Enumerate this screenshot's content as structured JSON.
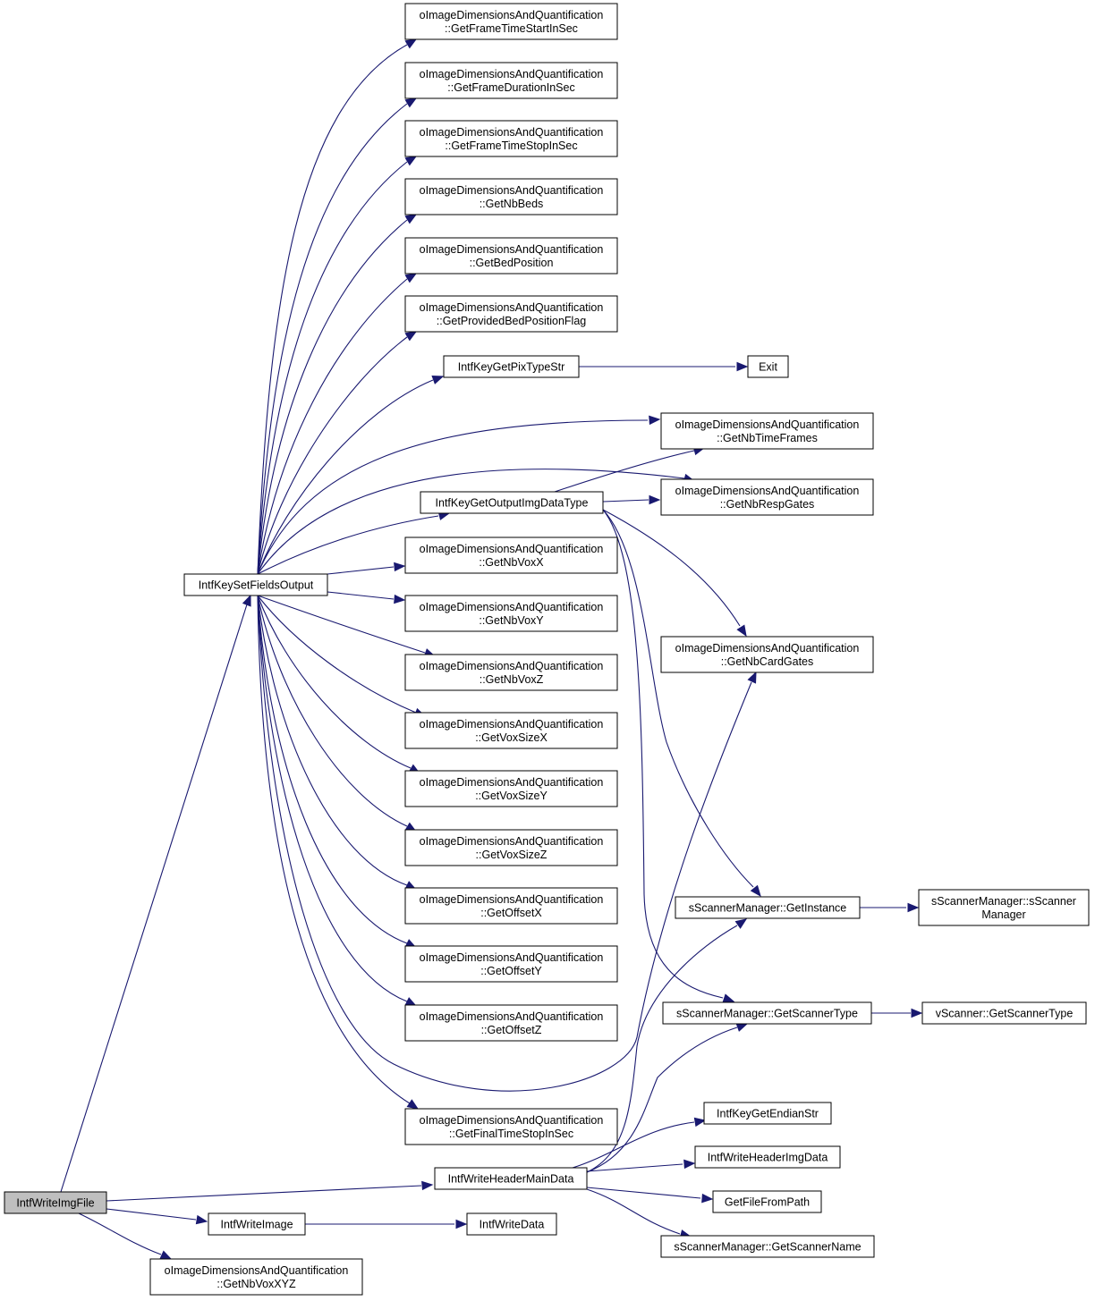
{
  "graph": {
    "nodes": [
      {
        "id": "root",
        "lines": [
          "IntfWriteImgFile"
        ],
        "root": true
      },
      {
        "id": "setfields",
        "lines": [
          "IntfKeySetFieldsOutput"
        ]
      },
      {
        "id": "frameStart",
        "lines": [
          "oImageDimensionsAndQuantification",
          "::GetFrameTimeStartInSec"
        ]
      },
      {
        "id": "frameDur",
        "lines": [
          "oImageDimensionsAndQuantification",
          "::GetFrameDurationInSec"
        ]
      },
      {
        "id": "frameStop",
        "lines": [
          "oImageDimensionsAndQuantification",
          "::GetFrameTimeStopInSec"
        ]
      },
      {
        "id": "nbBeds",
        "lines": [
          "oImageDimensionsAndQuantification",
          "::GetNbBeds"
        ]
      },
      {
        "id": "bedPos",
        "lines": [
          "oImageDimensionsAndQuantification",
          "::GetBedPosition"
        ]
      },
      {
        "id": "provBed",
        "lines": [
          "oImageDimensionsAndQuantification",
          "::GetProvidedBedPositionFlag"
        ]
      },
      {
        "id": "pixType",
        "lines": [
          "IntfKeyGetPixTypeStr"
        ]
      },
      {
        "id": "exit",
        "lines": [
          "Exit"
        ]
      },
      {
        "id": "nbTimeFrames",
        "lines": [
          "oImageDimensionsAndQuantification",
          "::GetNbTimeFrames"
        ]
      },
      {
        "id": "outDataType",
        "lines": [
          "IntfKeyGetOutputImgDataType"
        ]
      },
      {
        "id": "nbRespGates",
        "lines": [
          "oImageDimensionsAndQuantification",
          "::GetNbRespGates"
        ]
      },
      {
        "id": "nbVoxX",
        "lines": [
          "oImageDimensionsAndQuantification",
          "::GetNbVoxX"
        ]
      },
      {
        "id": "nbVoxY",
        "lines": [
          "oImageDimensionsAndQuantification",
          "::GetNbVoxY"
        ]
      },
      {
        "id": "nbCardGates",
        "lines": [
          "oImageDimensionsAndQuantification",
          "::GetNbCardGates"
        ]
      },
      {
        "id": "nbVoxZ",
        "lines": [
          "oImageDimensionsAndQuantification",
          "::GetNbVoxZ"
        ]
      },
      {
        "id": "voxSizeX",
        "lines": [
          "oImageDimensionsAndQuantification",
          "::GetVoxSizeX"
        ]
      },
      {
        "id": "voxSizeY",
        "lines": [
          "oImageDimensionsAndQuantification",
          "::GetVoxSizeY"
        ]
      },
      {
        "id": "voxSizeZ",
        "lines": [
          "oImageDimensionsAndQuantification",
          "::GetVoxSizeZ"
        ]
      },
      {
        "id": "offsetX",
        "lines": [
          "oImageDimensionsAndQuantification",
          "::GetOffsetX"
        ]
      },
      {
        "id": "getInstance",
        "lines": [
          "sScannerManager::GetInstance"
        ]
      },
      {
        "id": "ctor",
        "lines": [
          "sScannerManager::sScanner",
          "Manager"
        ]
      },
      {
        "id": "offsetY",
        "lines": [
          "oImageDimensionsAndQuantification",
          "::GetOffsetY"
        ]
      },
      {
        "id": "offsetZ",
        "lines": [
          "oImageDimensionsAndQuantification",
          "::GetOffsetZ"
        ]
      },
      {
        "id": "scanType",
        "lines": [
          "sScannerManager::GetScannerType"
        ]
      },
      {
        "id": "vScanType",
        "lines": [
          "vScanner::GetScannerType"
        ]
      },
      {
        "id": "finalStop",
        "lines": [
          "oImageDimensionsAndQuantification",
          "::GetFinalTimeStopInSec"
        ]
      },
      {
        "id": "endian",
        "lines": [
          "IntfKeyGetEndianStr"
        ]
      },
      {
        "id": "headerMain",
        "lines": [
          "IntfWriteHeaderMainData"
        ]
      },
      {
        "id": "headerImg",
        "lines": [
          "IntfWriteHeaderImgData"
        ]
      },
      {
        "id": "fileFromPath",
        "lines": [
          "GetFileFromPath"
        ]
      },
      {
        "id": "writeImage",
        "lines": [
          "IntfWriteImage"
        ]
      },
      {
        "id": "writeData",
        "lines": [
          "IntfWriteData"
        ]
      },
      {
        "id": "scanName",
        "lines": [
          "sScannerManager::GetScannerName"
        ]
      },
      {
        "id": "nbVoxXYZ",
        "lines": [
          "oImageDimensionsAndQuantification",
          "::GetNbVoxXYZ"
        ]
      }
    ],
    "edges": [
      {
        "from": "root",
        "to": "setfields"
      },
      {
        "from": "root",
        "to": "headerMain"
      },
      {
        "from": "root",
        "to": "writeImage"
      },
      {
        "from": "root",
        "to": "nbVoxXYZ"
      },
      {
        "from": "setfields",
        "to": "frameStart"
      },
      {
        "from": "setfields",
        "to": "frameDur"
      },
      {
        "from": "setfields",
        "to": "frameStop"
      },
      {
        "from": "setfields",
        "to": "nbBeds"
      },
      {
        "from": "setfields",
        "to": "bedPos"
      },
      {
        "from": "setfields",
        "to": "provBed"
      },
      {
        "from": "setfields",
        "to": "pixType"
      },
      {
        "from": "setfields",
        "to": "nbTimeFrames"
      },
      {
        "from": "setfields",
        "to": "nbRespGates"
      },
      {
        "from": "setfields",
        "to": "outDataType"
      },
      {
        "from": "setfields",
        "to": "nbVoxX"
      },
      {
        "from": "setfields",
        "to": "nbVoxY"
      },
      {
        "from": "setfields",
        "to": "nbVoxZ"
      },
      {
        "from": "setfields",
        "to": "voxSizeX"
      },
      {
        "from": "setfields",
        "to": "voxSizeY"
      },
      {
        "from": "setfields",
        "to": "voxSizeZ"
      },
      {
        "from": "setfields",
        "to": "offsetX"
      },
      {
        "from": "setfields",
        "to": "offsetY"
      },
      {
        "from": "setfields",
        "to": "offsetZ"
      },
      {
        "from": "setfields",
        "to": "finalStop"
      },
      {
        "from": "setfields",
        "to": "nbCardGates"
      },
      {
        "from": "pixType",
        "to": "exit"
      },
      {
        "from": "outDataType",
        "to": "nbTimeFrames"
      },
      {
        "from": "outDataType",
        "to": "nbRespGates"
      },
      {
        "from": "outDataType",
        "to": "nbCardGates"
      },
      {
        "from": "outDataType",
        "to": "getInstance"
      },
      {
        "from": "outDataType",
        "to": "scanType"
      },
      {
        "from": "getInstance",
        "to": "ctor"
      },
      {
        "from": "scanType",
        "to": "vScanType"
      },
      {
        "from": "headerMain",
        "to": "getInstance"
      },
      {
        "from": "headerMain",
        "to": "scanType"
      },
      {
        "from": "headerMain",
        "to": "endian"
      },
      {
        "from": "headerMain",
        "to": "headerImg"
      },
      {
        "from": "headerMain",
        "to": "fileFromPath"
      },
      {
        "from": "headerMain",
        "to": "scanName"
      },
      {
        "from": "writeImage",
        "to": "writeData"
      }
    ]
  }
}
